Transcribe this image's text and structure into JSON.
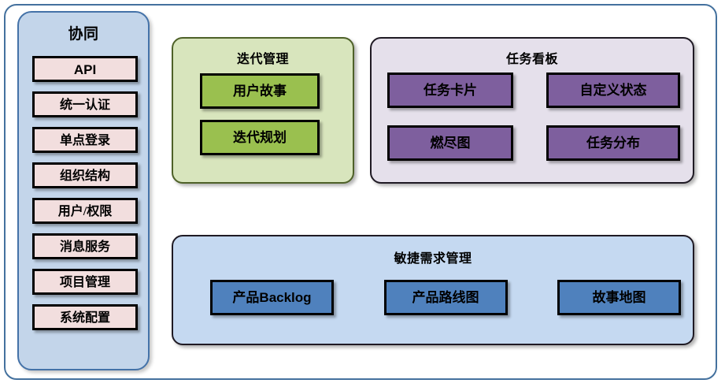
{
  "diagram": {
    "title_visible": false,
    "colors": {
      "outer_border": "#44719e",
      "sidebar_fill": "#c3d5ea",
      "sidebar_border": "#4472a8",
      "chip_pink": "#f2dede",
      "green_panel_fill": "#d8e5bd",
      "green_panel_border": "#4e6128",
      "chip_green": "#9ac04f",
      "purple_panel_fill": "#e5e0eb",
      "purple_panel_border": "#1f1a24",
      "chip_purple": "#7e5f9e",
      "blue_panel_fill": "#c5d9f1",
      "blue_panel_border": "#1f1a24",
      "chip_blue": "#4f81bd",
      "chip_outline": "#000000"
    }
  },
  "sidebar": {
    "title": "协同",
    "items": [
      {
        "label": "API",
        "style": "latin"
      },
      {
        "label": "统一认证",
        "style": "cjk"
      },
      {
        "label": "单点登录",
        "style": "cjk"
      },
      {
        "label": "组织结构",
        "style": "cjk"
      },
      {
        "label": "用户/权限",
        "style": "cjk"
      },
      {
        "label": "消息服务",
        "style": "cjk"
      },
      {
        "label": "项目管理",
        "style": "cjk"
      },
      {
        "label": "系统配置",
        "style": "cjk"
      }
    ]
  },
  "iteration_panel": {
    "title": "迭代管理",
    "items": [
      {
        "label": "用户故事"
      },
      {
        "label": "迭代规划"
      }
    ]
  },
  "taskboard_panel": {
    "title": "任务看板",
    "items": [
      {
        "label": "任务卡片"
      },
      {
        "label": "自定义状态"
      },
      {
        "label": "燃尽图"
      },
      {
        "label": "任务分布"
      }
    ]
  },
  "requirements_panel": {
    "title": "敏捷需求管理",
    "items": [
      {
        "label": "产品Backlog",
        "style": "latin-mixed"
      },
      {
        "label": "产品路线图",
        "style": "cjk"
      },
      {
        "label": "故事地图",
        "style": "cjk"
      }
    ]
  }
}
